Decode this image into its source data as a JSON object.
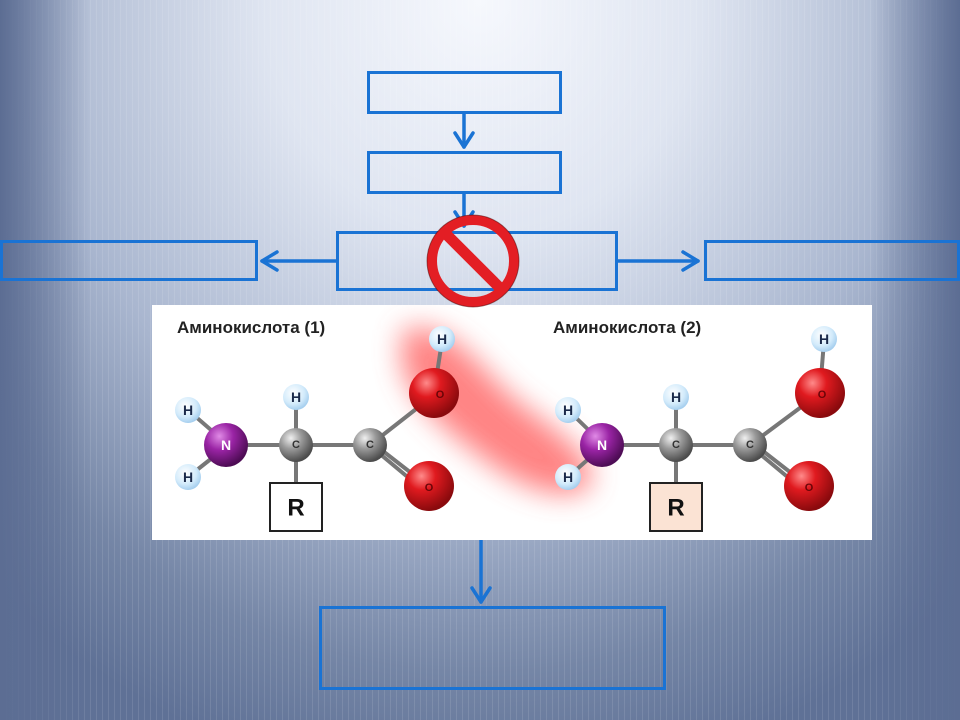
{
  "molecule_1": {
    "title": "Аминокислота (1)",
    "R": "R",
    "atoms": {
      "H": "H",
      "N": "N",
      "C": "C",
      "O": "O"
    }
  },
  "molecule_2": {
    "title": "Аминокислота (2)",
    "R": "R",
    "atoms": {
      "H": "H",
      "N": "N",
      "C": "C",
      "O": "O"
    }
  },
  "colors": {
    "box_border": "#1a73d4",
    "arrow": "#1a73d4",
    "prohibit": "#e31e24",
    "oxygen": "#d40f14",
    "nitrogen": "#8e1a99",
    "carbon": "#8f8f8f",
    "hydrogen": "#cfe6f7",
    "highlight": "#ff5a5a",
    "r_box_2": "#fbe3d4"
  },
  "icons": [
    "prohibited-sign-icon",
    "arrow-down-icon",
    "arrow-left-icon",
    "arrow-right-icon"
  ]
}
